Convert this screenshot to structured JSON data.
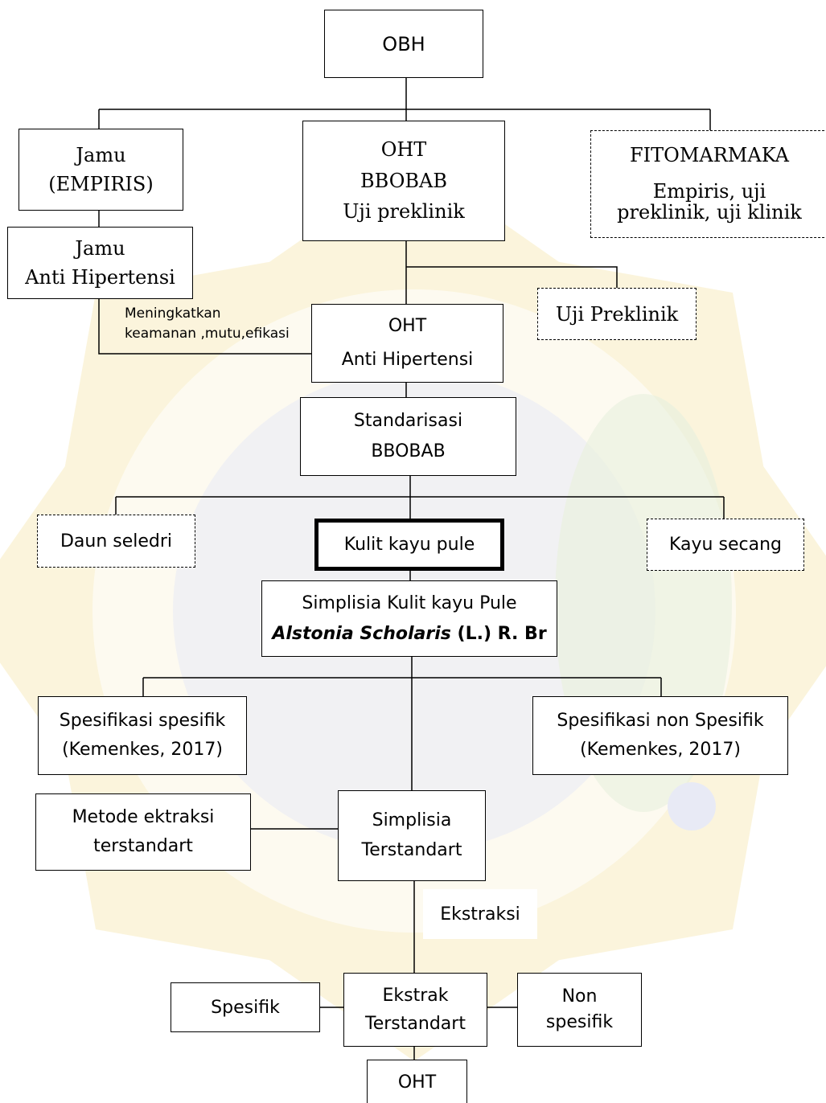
{
  "colors": {
    "watermark": "#f6e9b8",
    "watermark_dark": "#eedc96",
    "watermark_blue": "#e6e8f4",
    "watermark_green": "#e8f0dc",
    "line": "#000000"
  },
  "nodes": {
    "obh": "OBH",
    "jamu_empiris": [
      "Jamu",
      "(EMPIRIS)"
    ],
    "oht_top": [
      "OHT",
      "BBOBAB",
      "Uji preklinik"
    ],
    "fitofarmaka": {
      "title": "FITOMARMAKA",
      "sub": [
        "Empiris, uji",
        "preklinik, uji klinik"
      ]
    },
    "jamu_anti": [
      "Jamu",
      "Anti Hipertensi"
    ],
    "uji_preklinik": "Uji Preklinik",
    "oht_anti": [
      "OHT",
      "Anti Hipertensi"
    ],
    "standarisasi": [
      "Standarisasi",
      "BBOBAB"
    ],
    "daun_seledri": "Daun seledri",
    "kulit_kayu_pule": "Kulit kayu pule",
    "kayu_secang": "Kayu secang",
    "simplisia_pule": {
      "line1": "Simplisia Kulit kayu Pule",
      "species": "Alstonia Scholaris",
      "author": " (L.) R. Br"
    },
    "spesifikasi_spesifik": [
      "Spesifikasi spesifik",
      "(Kemenkes, 2017)"
    ],
    "spesifikasi_non": [
      "Spesifikasi non Spesifik",
      "(Kemenkes, 2017)"
    ],
    "metode_ekstraksi": [
      "Metode ektraksi",
      "terstandart"
    ],
    "simplisia_terstandart": [
      "Simplisia",
      "Terstandart"
    ],
    "ekstraksi": "Ekstraksi",
    "spesifik": "Spesifik",
    "ekstrak_terstandart": [
      "Ekstrak",
      "Terstandart"
    ],
    "non_spesifik": [
      "Non",
      "spesifik"
    ],
    "oht_bottom": "OHT"
  },
  "labels": {
    "meningkatkan": [
      "Meningkatkan",
      "keamanan ,mutu,efikasi"
    ]
  }
}
